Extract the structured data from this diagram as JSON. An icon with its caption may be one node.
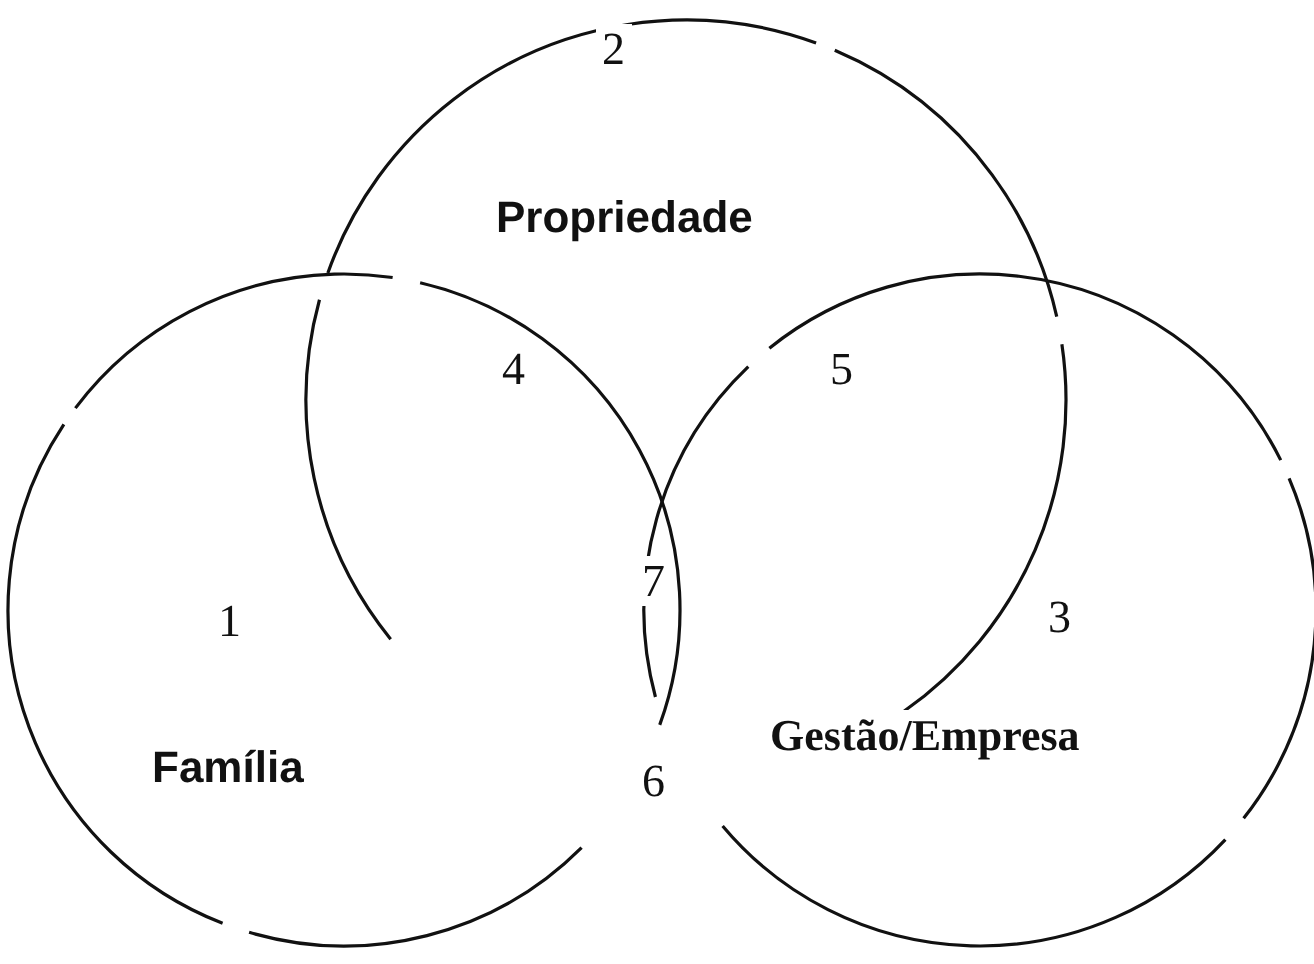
{
  "diagram": {
    "nodes": [
      {
        "text": [
          "Propriedade"
        ]
      },
      {
        "text": [
          "Família"
        ]
      },
      {
        "text": [
          "Gestão/Empresa"
        ]
      }
    ],
    "labels": [
      "2",
      "4",
      "5",
      "1",
      "7",
      "3",
      "6"
    ]
  }
}
